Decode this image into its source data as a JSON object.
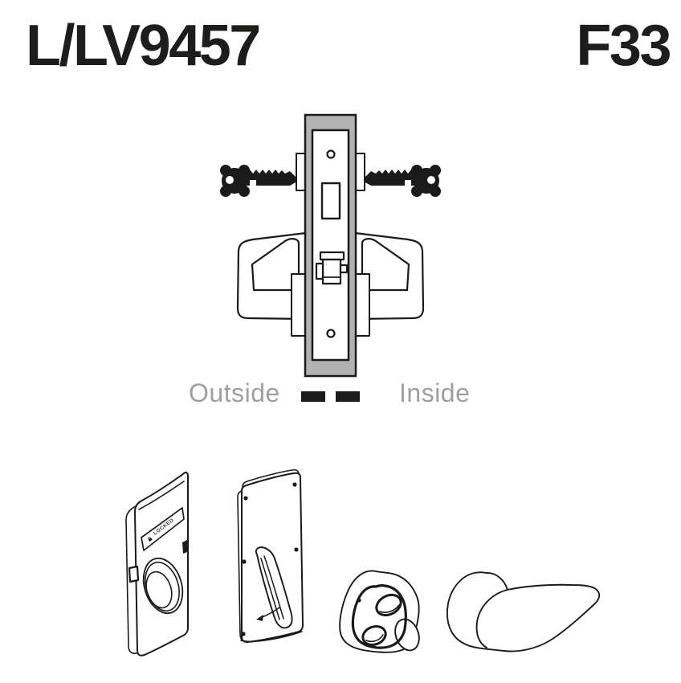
{
  "header": {
    "model": "L/LV9457",
    "function_code": "F33"
  },
  "lock_diagram": {
    "outside_label": "Outside",
    "inside_label": "Inside",
    "indicator_window_text": "LOCKED"
  },
  "colors": {
    "title_text": "#1d1d1b",
    "side_labels": "#9f9f9f",
    "case_fill": "#b2b2b2",
    "line": "#1a1a1a",
    "background": "#ffffff"
  }
}
